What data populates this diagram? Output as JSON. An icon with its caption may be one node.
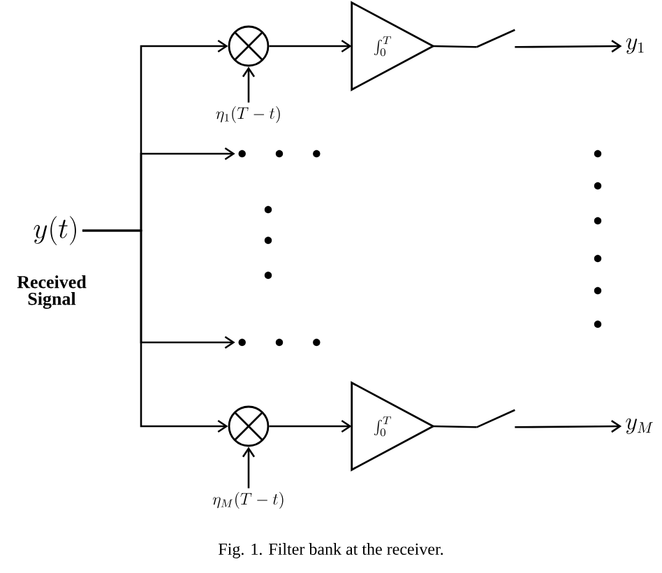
{
  "diagram": {
    "caption": "Fig. 1.    Filter bank at the receiver.",
    "nodes": [
      {
        "text": [
          "y(t)"
        ],
        "beside": [
          "Received Signal"
        ]
      },
      {
        "text": [],
        "shape": "circle"
      },
      {
        "text": [
          "\\eta_1(T-t)"
        ]
      },
      {
        "text": [
          "\\int_0^T"
        ]
      },
      {
        "text": [],
        "shape": "switch"
      },
      {
        "text": [
          "y_1"
        ]
      },
      {
        "text": [],
        "shape": "dots"
      },
      {
        "text": [],
        "shape": "dots"
      },
      {
        "text": [],
        "shape": "circle"
      },
      {
        "text": [
          "\\eta_M(T-t)"
        ]
      },
      {
        "text": [
          "\\int_0^T"
        ]
      },
      {
        "text": [],
        "shape": "switch"
      },
      {
        "text": [
          "y_M"
        ]
      }
    ],
    "edges": [
      {
        "from": 0,
        "to": 1,
        "arrow": "to"
      },
      {
        "from": 0,
        "to": 6,
        "arrow": "to"
      },
      {
        "from": 0,
        "to": 7,
        "arrow": "to"
      },
      {
        "from": 0,
        "to": 8,
        "arrow": "to"
      },
      {
        "from": 2,
        "to": 1,
        "arrow": "to"
      },
      {
        "from": 1,
        "to": 3,
        "arrow": "to"
      },
      {
        "from": 3,
        "to": 4,
        "arrow": "none"
      },
      {
        "from": 4,
        "to": 5,
        "arrow": "to"
      },
      {
        "from": 9,
        "to": 8,
        "arrow": "to"
      },
      {
        "from": 8,
        "to": 10,
        "arrow": "to"
      },
      {
        "from": 10,
        "to": 11,
        "arrow": "none"
      },
      {
        "from": 11,
        "to": 12,
        "arrow": "to"
      }
    ]
  }
}
